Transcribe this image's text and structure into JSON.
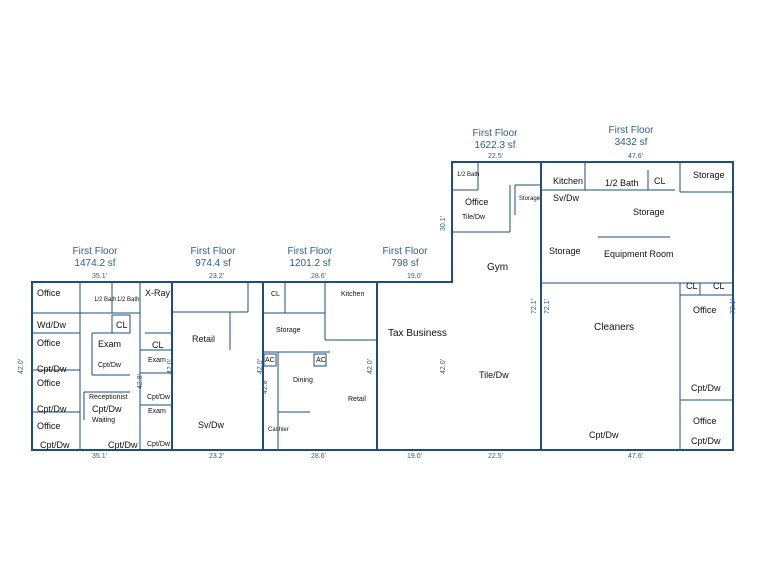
{
  "headers": {
    "floor": "First Floor",
    "u1_area": "1474.2 sf",
    "u2_area": "974.4 sf",
    "u3_area": "1201.2 sf",
    "u4_area": "798 sf",
    "u5_area": "1622.3 sf",
    "u6_area": "3432 sf"
  },
  "dims": {
    "u1_w": "35.1'",
    "u2_w": "23.2'",
    "u3_w": "28.6'",
    "u4_w": "19.0'",
    "u5_w": "22.5'",
    "u6_w": "47.6'",
    "depth": "42.0'",
    "u5_upper": "30.1'",
    "u5_lower": "72.1'",
    "u6_right": "72.1'",
    "exam_d": "42.8'"
  },
  "labels": {
    "office": "Office",
    "bath_half": "1/2 Bath",
    "xray": "X-Ray",
    "wd": "Wd/Dw",
    "cl": "CL",
    "exam": "Exam",
    "cpt": "Cpt/Dw",
    "receptionist": "Receptionist",
    "waiting": "Waiting",
    "retail": "Retail",
    "sv": "Sv/Dw",
    "kitchen": "Kitchen",
    "storage": "Storage",
    "ac": "AC",
    "dining": "Dining",
    "cashier": "Cashier",
    "tax": "Tax Business",
    "tile": "Tile/Dw",
    "gym": "Gym",
    "equipment": "Equipment Room",
    "cleaners": "Cleaners",
    "half_bath_big": "1/2 Bath"
  },
  "colors": {
    "wall": "#1f4e79",
    "header": "#2f5f8a"
  }
}
